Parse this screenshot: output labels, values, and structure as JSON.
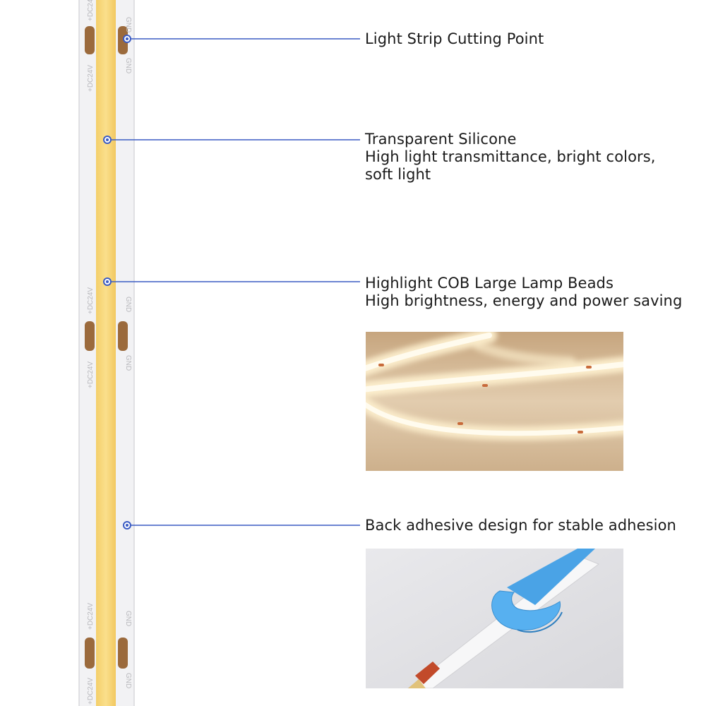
{
  "strip": {
    "plus_marking": "+DC24V",
    "gnd_marking": "GND",
    "colors": {
      "pcb": "#f1f1f3",
      "silicone": "#f8d77a",
      "silicone_edge": "#efc45c",
      "pad": "#9b6a3c",
      "callout_line": "#3b5cc4"
    }
  },
  "callouts": [
    {
      "id": "cutting-point",
      "lines": [
        "Light Strip Cutting Point"
      ]
    },
    {
      "id": "silicone",
      "lines": [
        "Transparent Silicone",
        "High light transmittance, bright colors,",
        "soft light"
      ]
    },
    {
      "id": "lamp-beads",
      "lines": [
        "Highlight COB Large Lamp Beads",
        "High brightness, energy and power saving"
      ]
    },
    {
      "id": "adhesive",
      "lines": [
        "Back adhesive design for stable adhesion"
      ]
    }
  ],
  "photos": {
    "glowing_strip": "glowing-led-strip-photo",
    "adhesive_backing": "adhesive-backing-photo"
  }
}
